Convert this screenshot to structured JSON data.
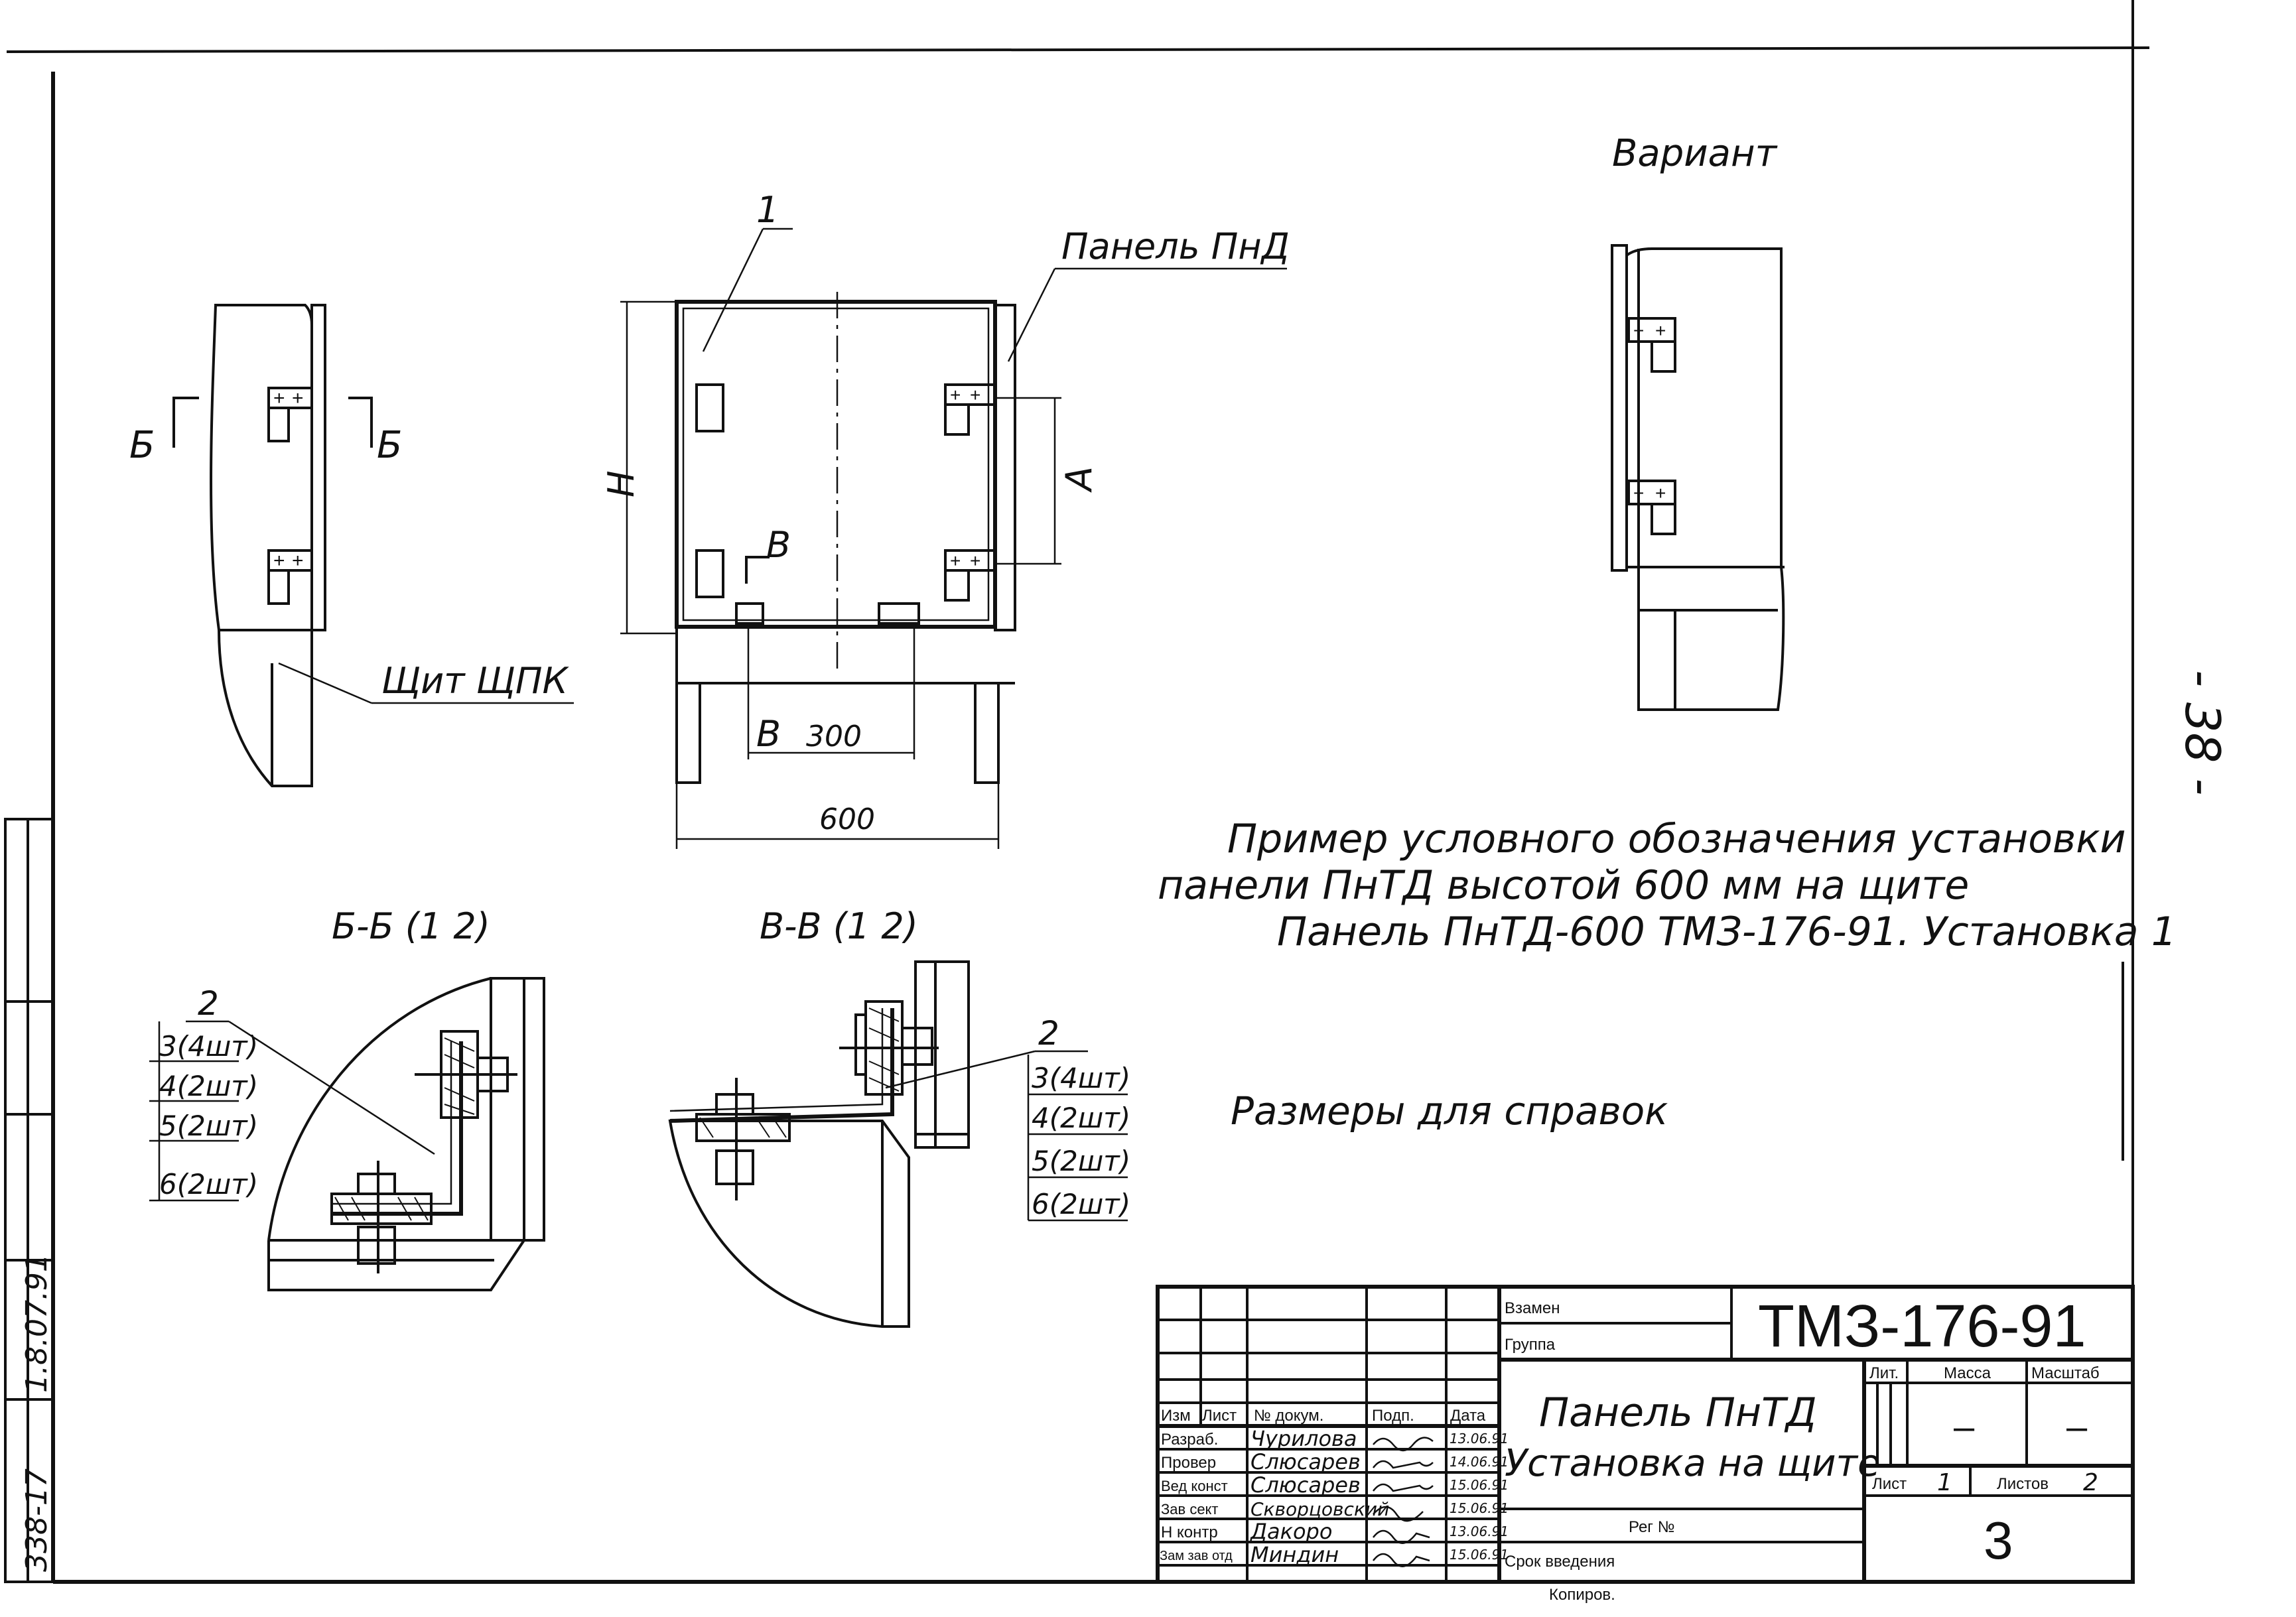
{
  "page_number": "- 38 -",
  "views": {
    "variant_title": "Вариант",
    "callout_1": "1",
    "panel_label": "Панель ПнД",
    "shield_label": "Щит ЩПК",
    "section_b_marks": [
      "Б",
      "Б"
    ],
    "section_v_mark": "В",
    "dim_H": "H",
    "dim_A": "A",
    "dim_B": "В",
    "dim_300": "300",
    "dim_600": "600"
  },
  "sections": {
    "bb": {
      "title": "Б-Б (1 2)",
      "callout": "2",
      "items": [
        "3(4шт)",
        "4(2шт)",
        "5(2шт)",
        "6(2шт)"
      ]
    },
    "vv": {
      "title": "В-В (1 2)",
      "callout": "2",
      "items": [
        "3(4шт)",
        "4(2шт)",
        "5(2шт)",
        "6(2шт)"
      ]
    }
  },
  "notes": {
    "example_line1": "Пример условного обозначения установки",
    "example_line2": "панели ПнТД высотой 600 мм на щите",
    "example_line3": "Панель ПнТД-600 ТМЗ-176-91. Установка 1",
    "reference": "Размеры для справок"
  },
  "left_margin": {
    "code": "338-17",
    "date_sig": "1.8.07.91"
  },
  "title_block": {
    "zamen_label": "Взамен",
    "gruppa_label": "Группа",
    "doc_code": "ТМЗ-176-91",
    "title_line1": "Панель ПнТД",
    "title_line2": "Установка на щите",
    "headers": {
      "izm": "Изм",
      "list": "Лист",
      "doc_num": "№ докум.",
      "podp": "Подп.",
      "data": "Дата"
    },
    "staff": [
      {
        "role": "Разраб.",
        "name": "Чурилова",
        "date": "13.06.91"
      },
      {
        "role": "Провер",
        "name": "Слюсарев",
        "date": "14.06.91"
      },
      {
        "role": "Вед конст",
        "name": "Слюсарев",
        "date": "15.06.91"
      },
      {
        "role": "Зав сект",
        "name": "Скворцовский",
        "date": "15.06.91"
      },
      {
        "role": "Н контр",
        "name": "Дакоро",
        "date": "13.06.91"
      },
      {
        "role": "Зам зав отд",
        "name": "Миндин",
        "date": "15.06.91"
      }
    ],
    "lit_label": "Лит.",
    "mass_label": "Масса",
    "scale_label": "Масштаб",
    "mass_value": "–",
    "scale_value": "–",
    "sheet_label": "Лист",
    "sheet_value": "1",
    "sheets_label": "Листов",
    "sheets_value": "2",
    "reg_label": "Рег №",
    "srok_label": "Срок введения",
    "sheet_big_number": "3",
    "copied_label": "Копиров."
  }
}
